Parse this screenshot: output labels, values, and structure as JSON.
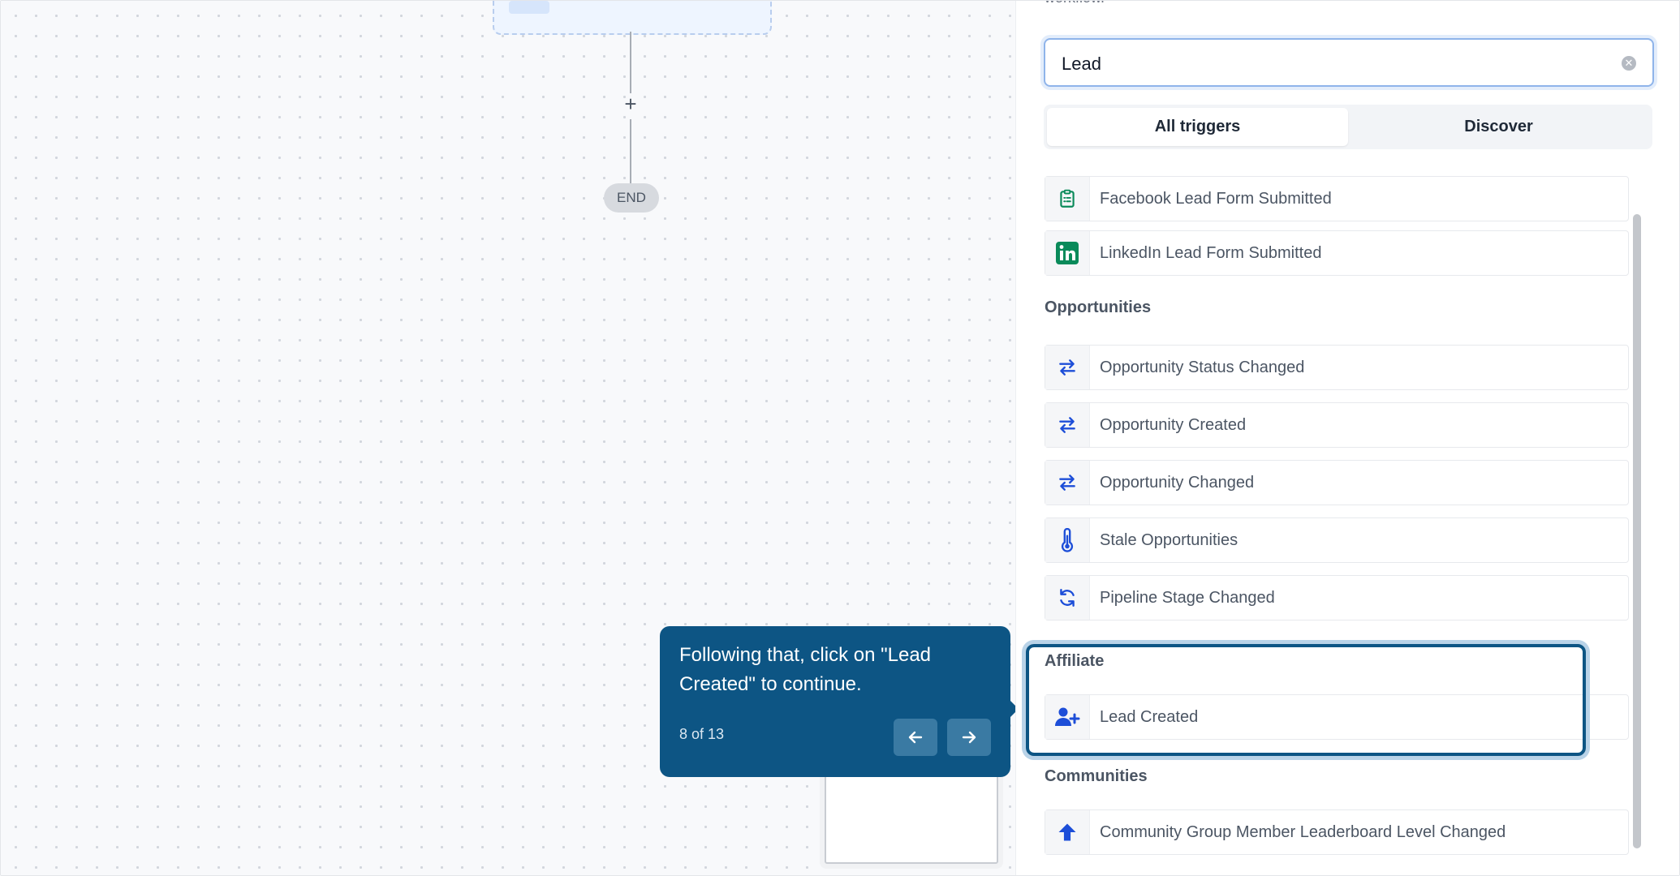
{
  "canvas": {
    "add_symbol": "+",
    "end_label": "END"
  },
  "tooltip": {
    "message": "Following that, click on \"Lead Created\" to continue.",
    "step": "8 of 13"
  },
  "panel": {
    "top_text": "workflow.",
    "search": {
      "value": "Lead"
    },
    "tabs": [
      {
        "label": "All triggers",
        "active": true
      },
      {
        "label": "Discover",
        "active": false
      }
    ],
    "items": {
      "facebook": "Facebook Lead Form Submitted",
      "linkedin": "LinkedIn Lead Form Submitted",
      "opp_status": "Opportunity Status Changed",
      "opp_created": "Opportunity Created",
      "opp_changed": "Opportunity Changed",
      "stale": "Stale Opportunities",
      "pipeline": "Pipeline Stage Changed",
      "lead_created": "Lead Created",
      "community": "Community Group Member Leaderboard Level Changed"
    },
    "sections": {
      "opportunities": "Opportunities",
      "affiliate": "Affiliate",
      "communities": "Communities"
    }
  },
  "colors": {
    "accent": "#0d5584",
    "icon_blue": "#1d4ed8",
    "icon_green": "#0a8a5a"
  }
}
